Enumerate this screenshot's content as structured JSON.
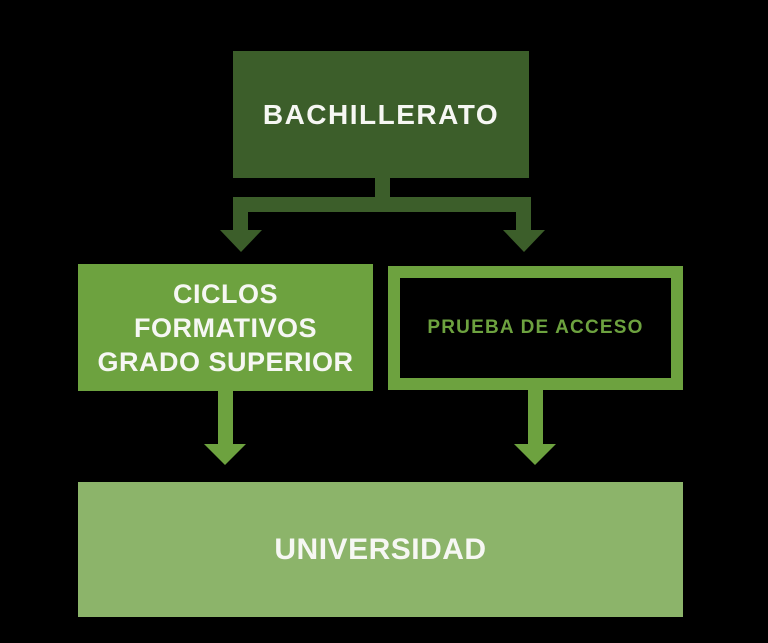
{
  "colors": {
    "bg": "#000000",
    "dark_green": "#3c5e2a",
    "mid_green": "#6da23f",
    "light_green": "#8cb46a",
    "text_white": "#f6f7f3"
  },
  "diagram": {
    "type": "flowchart",
    "bachillerato": {
      "label": "BACHILLERATO"
    },
    "ciclos": {
      "label": "CICLOS FORMATIVOS GRADO SUPERIOR",
      "lines": [
        "CICLOS",
        "FORMATIVOS",
        "GRADO SUPERIOR"
      ]
    },
    "prueba": {
      "label": "PRUEBA DE ACCESO"
    },
    "universidad": {
      "label": "UNIVERSIDAD"
    },
    "edges": [
      {
        "from": "BACHILLERATO",
        "to": "CICLOS FORMATIVOS GRADO SUPERIOR"
      },
      {
        "from": "BACHILLERATO",
        "to": "PRUEBA DE ACCESO"
      },
      {
        "from": "CICLOS FORMATIVOS GRADO SUPERIOR",
        "to": "UNIVERSIDAD"
      },
      {
        "from": "PRUEBA DE ACCESO",
        "to": "UNIVERSIDAD"
      }
    ]
  }
}
